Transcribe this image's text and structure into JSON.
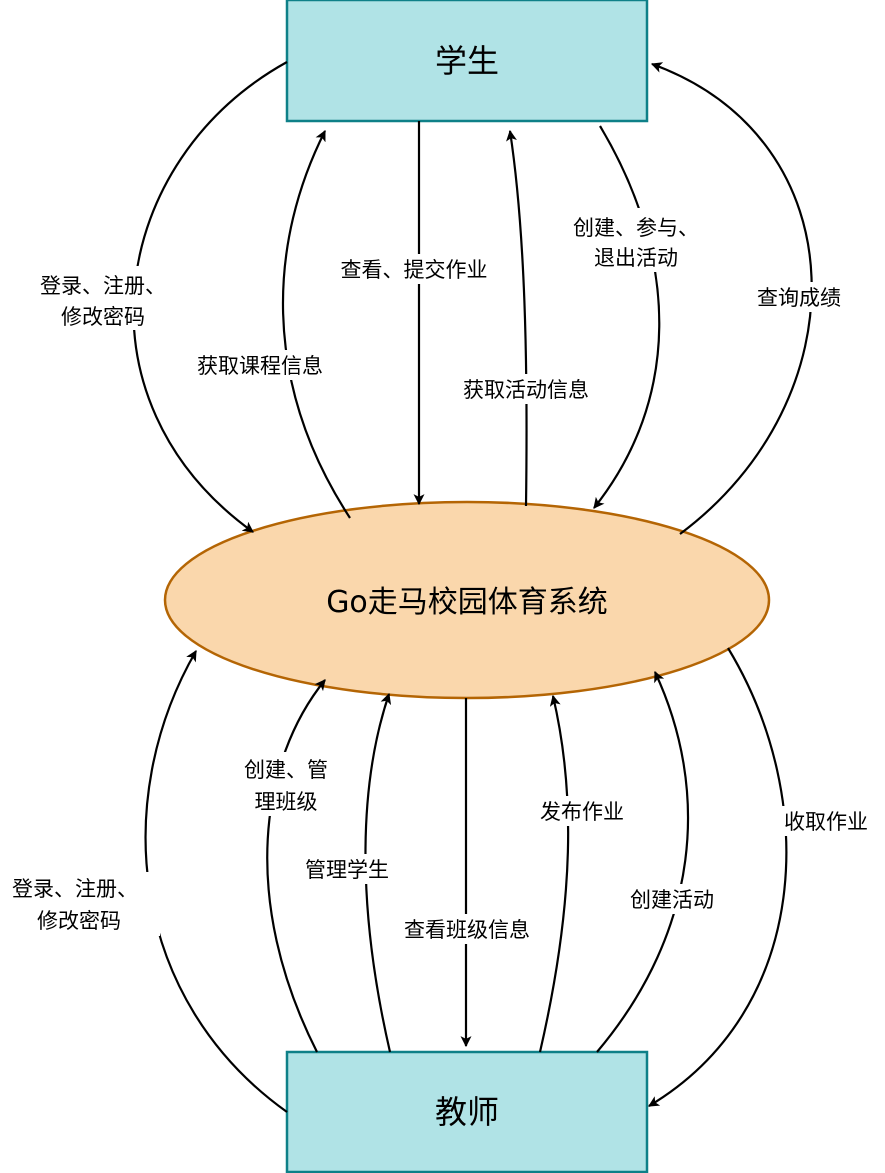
{
  "nodes": {
    "student": "学生",
    "system": "Go走马校园体育系统",
    "teacher": "教师"
  },
  "edges": {
    "student_login": [
      "登录、注册、",
      "修改密码"
    ],
    "get_course_info": "获取课程信息",
    "view_submit_homework": "查看、提交作业",
    "get_activity_info": "获取活动信息",
    "create_join_quit_activity": [
      "创建、参与、",
      "退出活动"
    ],
    "query_grades": "查询成绩",
    "teacher_login": [
      "登录、注册、",
      "修改密码"
    ],
    "create_manage_class": [
      "创建、管",
      "理班级"
    ],
    "manage_students": "管理学生",
    "view_class_info": "查看班级信息",
    "publish_homework": "发布作业",
    "create_activity": "创建活动",
    "collect_homework": "收取作业"
  }
}
